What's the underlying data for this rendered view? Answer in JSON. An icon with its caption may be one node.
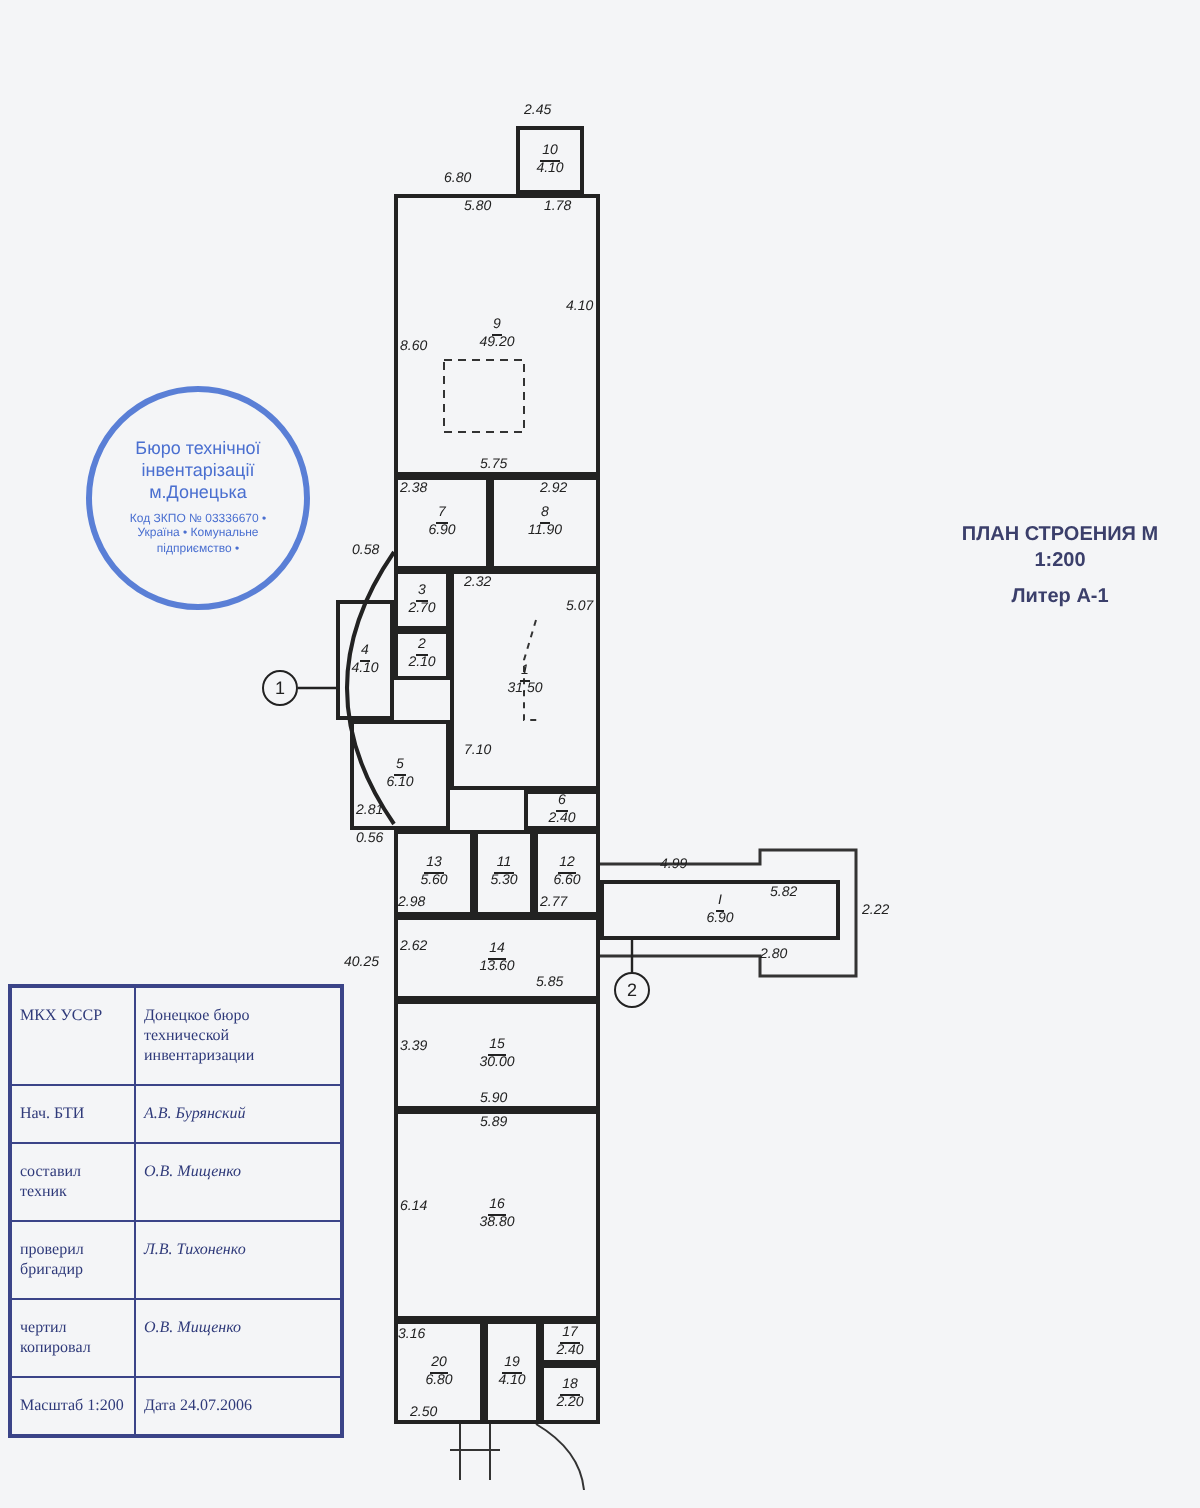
{
  "diagram": {
    "title": "ПЛАН СТРОЕНИЯ М 1:200",
    "nodes": [
      {
        "text": [
          "10",
          "4.10"
        ]
      },
      {
        "text": [
          "9",
          "49.20"
        ]
      },
      {
        "text": [
          "7",
          "6.90"
        ]
      },
      {
        "text": [
          "8",
          "11.90"
        ]
      },
      {
        "text": [
          "3",
          "2.70"
        ]
      },
      {
        "text": [
          "2",
          "2.10"
        ]
      },
      {
        "text": [
          "4",
          "4.10"
        ]
      },
      {
        "text": [
          "1",
          "31.50"
        ]
      },
      {
        "text": [
          "5",
          "6.10"
        ]
      },
      {
        "text": [
          "6",
          "2.40"
        ]
      },
      {
        "text": [
          "13",
          "5.60"
        ]
      },
      {
        "text": [
          "11",
          "5.30"
        ]
      },
      {
        "text": [
          "12",
          "6.60"
        ]
      },
      {
        "text": [
          "14",
          "13.60"
        ]
      },
      {
        "text": [
          "15",
          "30.00"
        ]
      },
      {
        "text": [
          "16",
          "38.80"
        ]
      },
      {
        "text": [
          "20",
          "6.80"
        ]
      },
      {
        "text": [
          "19",
          "4.10"
        ]
      },
      {
        "text": [
          "17",
          "2.40"
        ]
      },
      {
        "text": [
          "18",
          "2.20"
        ]
      },
      {
        "text": [
          "I",
          "6.90"
        ]
      },
      {
        "text": [
          "1"
        ]
      },
      {
        "text": [
          "2"
        ]
      },
      {
        "text": [
          "Бюро технічної інвентарізації м.Донецька",
          "Код ЗКПО № 03336670 • Україна • Комунальне підприємство •"
        ]
      }
    ],
    "edges": [
      {
        "from": 21,
        "to": 6,
        "arrow": "none"
      },
      {
        "from": 22,
        "to": 20,
        "arrow": "none"
      }
    ],
    "labels": [
      "2.45",
      "6.80",
      "5.80",
      "1.78",
      "8.60",
      "4.10",
      "5.75",
      "2.38",
      "2.92",
      "0.58",
      "2.32",
      "5.07",
      "7.10",
      "2.81",
      "0.56",
      "2.98",
      "2.77",
      "2.62",
      "5.85",
      "40.25",
      "3.39",
      "5.90",
      "5.89",
      "6.14",
      "3.16",
      "2.50",
      "4.99",
      "5.82",
      "2.80",
      "2.22",
      "Литер А-1",
      "МКХ УССР",
      "Донецкое бюро технической инвентаризации",
      "Нач. БТИ",
      "А.В. Бурянский",
      "составил техник",
      "О.В. Мищенко",
      "проверил бригадир",
      "Л.В. Тихоненко",
      "чертил копировал",
      "О.В. Мищенко",
      "Масштаб 1:200",
      "Дата 24.07.2006"
    ]
  }
}
